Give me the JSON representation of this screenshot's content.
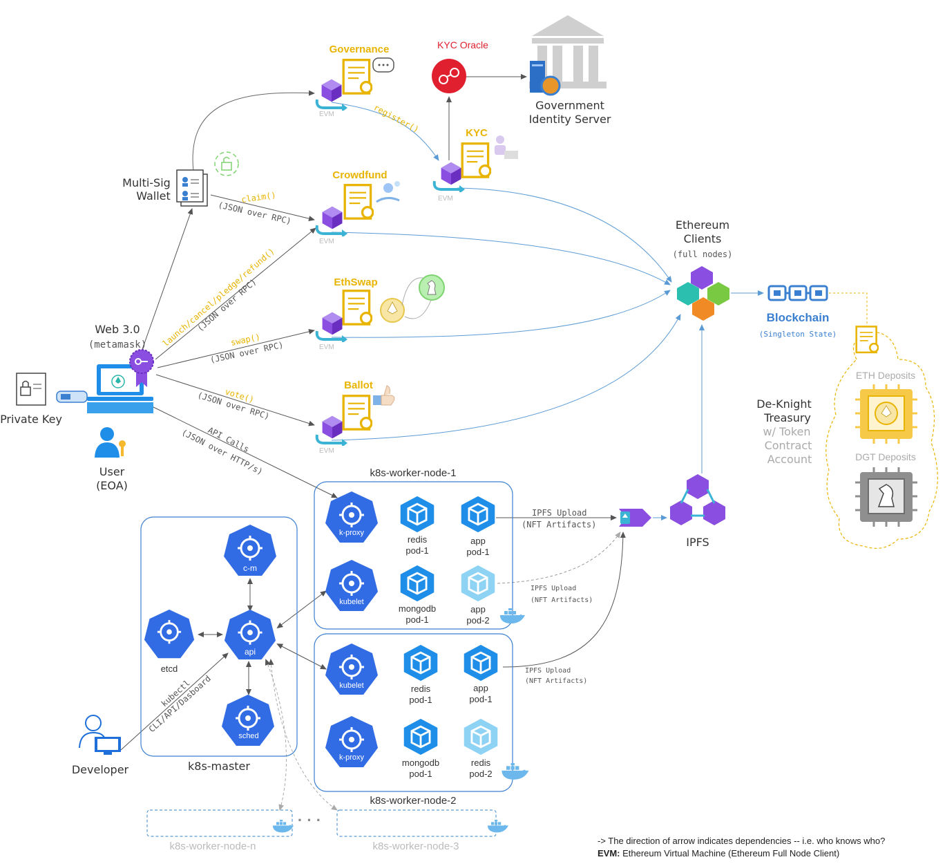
{
  "colors": {
    "blue": "#326ce5",
    "purple": "#8a4fe0",
    "gold": "#e8b400",
    "edge": "#666666",
    "link": "#5b9bd5",
    "red": "#e0202f",
    "brand_blue": "#3a7fd0"
  },
  "icons": [
    "document-icon",
    "chat-icon",
    "oracle-icon",
    "government-building-icon",
    "server-icon",
    "evm-cube-icon",
    "wallet-icon",
    "vault-icon",
    "coins-icon",
    "ethereum-coin-icon",
    "chess-knight-icon",
    "thumbs-up-icon",
    "laptop-icon",
    "usb-key-icon",
    "lock-document-icon",
    "user-icon",
    "kubernetes-icon",
    "pod-icon",
    "docker-icon",
    "developer-icon",
    "chip-icon",
    "blockchain-icon",
    "ethereum-clients-icon",
    "ipfs-icon",
    "upload-icon"
  ],
  "labels": {
    "governance": "Governance",
    "kyc_oracle": "KYC Oracle",
    "gov_server_1": "Government",
    "gov_server_2": "Identity Server",
    "kyc": "KYC",
    "crowdfund": "Crowdfund",
    "ethswap": "EthSwap",
    "ballot": "Ballot",
    "evm": "EVM",
    "multisig_1": "Multi-Sig",
    "multisig_2": "Wallet",
    "web3_1": "Web 3.0",
    "web3_2": "(metamask)",
    "private_key": "Private Key",
    "user_1": "User",
    "user_2": "(EOA)",
    "eth_clients_1": "Ethereum",
    "eth_clients_2": "Clients",
    "eth_clients_3": "(full nodes)",
    "blockchain": "Blockchain",
    "singleton": "(Singleton State)",
    "eth_deposits": "ETH Deposits",
    "dgt_deposits": "DGT Deposits",
    "treasury_1": "De-Knight",
    "treasury_2": "Treasury",
    "treasury_3": "w/ Token",
    "treasury_4": "Contract",
    "treasury_5": "Account",
    "ipfs": "IPFS",
    "developer": "Developer",
    "k8s_master": "k8s-master",
    "worker1": "k8s-worker-node-1",
    "worker2": "k8s-worker-node-2",
    "workern": "k8s-worker-node-n",
    "worker3": "k8s-worker-node-3",
    "ellipsis": "· · ·",
    "cm": "c-m",
    "api": "api",
    "sched": "sched",
    "etcd": "etcd",
    "kproxy": "k-proxy",
    "kubelet": "kubelet",
    "redis": "redis",
    "app": "app",
    "mongodb": "mongodb",
    "pod1": "pod-1",
    "pod2": "pod-2"
  },
  "edges": {
    "register": "register()",
    "claim": "claim()",
    "json_rpc": "(JSON over RPC)",
    "launch": "launch/cancel/pledge/refund()",
    "swap": "swap()",
    "vote": "vote()",
    "api_calls": "API Calls",
    "json_http": "(JSON over HTTP/s)",
    "kubectl": "kubectl",
    "cli": "CLI/API/Dasboard",
    "ipfs_upload": "IPFS Upload",
    "nft_artifacts": "(NFT Artifacts)"
  },
  "notes": {
    "note1": "-> The direction of arrow indicates dependencies -- i.e. who knows who?",
    "evm_label": "EVM:",
    "evm_def": " Ethereum Virtual Machine (Ethereum Full Node Client)"
  }
}
